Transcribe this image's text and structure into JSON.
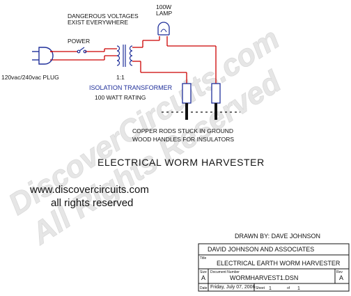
{
  "labels": {
    "warning_line1": "DANGEROUS VOLTAGES",
    "warning_line2": "EXIST EVERYWHERE",
    "lamp_watt": "100W",
    "lamp_word": "LAMP",
    "power": "POWER",
    "plug": "120vac/240vac PLUG",
    "ratio": "1:1",
    "transformer": "ISOLATION TRANSFORMER",
    "rating": "100 WATT RATING",
    "rods_line1": "COPPER RODS STUCK IN GROUND",
    "rods_line2": "WOOD HANDLES FOR INSULATORS",
    "title": "ELECTRICAL WORM HARVESTER",
    "website": "www.discovercircuits.com",
    "rights": "all rights reserved",
    "watermark_line1": "DiscoverCircuits.com",
    "watermark_line2": "All Rights Reserved"
  },
  "title_block": {
    "drawn_by": "DRAWN BY: DAVE JOHNSON",
    "company": "DAVID JOHNSON AND ASSOCIATES",
    "title_caption": "Title",
    "title": "ELECTRICAL EARTH WORM HARVESTER",
    "size_caption": "Size",
    "size": "A",
    "doc_caption": "Document Number",
    "doc_number": "WORMHARVEST1.DSN",
    "rev_caption": "Rev",
    "rev": "A",
    "date_caption": "Date",
    "date": "Friday, July 07, 2006",
    "sheet_caption": "Sheet",
    "sheet": "1",
    "of_caption": "of",
    "of": "1"
  },
  "colors": {
    "wire": "#cc0000",
    "component": "#1f2f9a",
    "text": "#111111",
    "watermark": "#c8c8c8"
  }
}
